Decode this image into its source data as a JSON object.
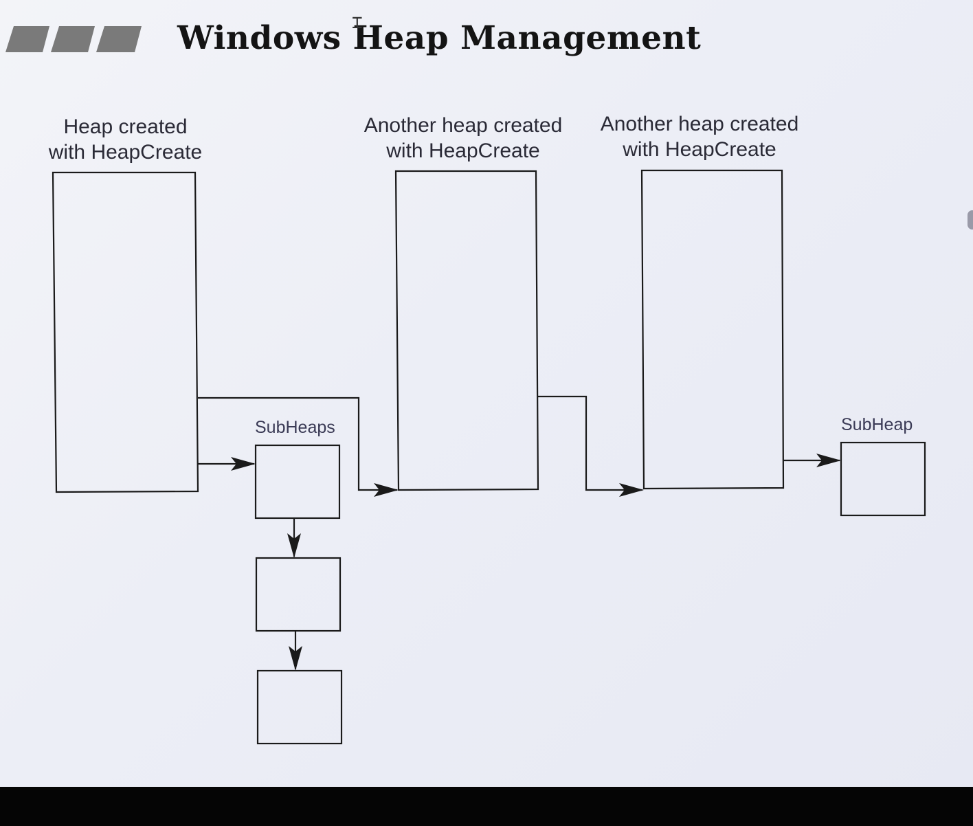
{
  "slide": {
    "title": "Windows Heap Management"
  },
  "labels": {
    "heap1": [
      "Heap created",
      "with HeapCreate"
    ],
    "heap2": [
      "Another heap created",
      "with HeapCreate"
    ],
    "heap3": [
      "Another heap created",
      "with HeapCreate"
    ],
    "subheaps": "SubHeaps",
    "subheap": "SubHeap"
  },
  "decor": {
    "logo_icon": "three-slanted-bars-icon",
    "cursor_icon": "text-cursor-icon"
  },
  "colors": {
    "slide_background": "#eceef6",
    "line": "#1a1a1a",
    "logo": "#7a7a7a",
    "frame": "#050505"
  }
}
